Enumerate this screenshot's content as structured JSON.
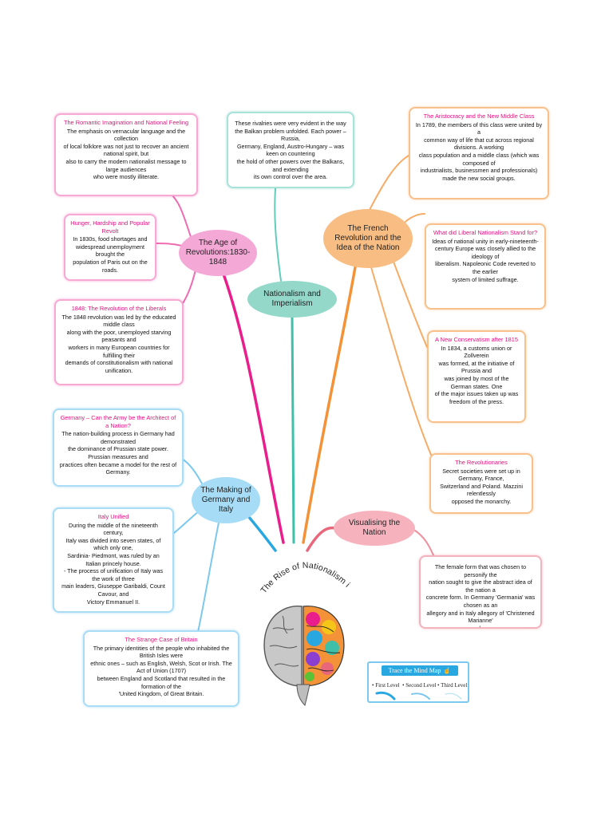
{
  "center": {
    "title": "The Rise of Nationalism in Europe"
  },
  "hubs": {
    "age": "The Age of Revolutions:1830-1848",
    "french": "The French Revolution and the Idea of the Nation",
    "imperialism": "Nationalism and Imperialism",
    "germany_italy": "The Making of Germany and Italy",
    "visualising": "Visualising the Nation"
  },
  "cards": {
    "romantic": {
      "title": "The Romantic Imagination and National Feeling",
      "text": "The emphasis on vernacular language and the collection\nof local folklore was not just to recover an ancient national spirit, but\nalso to carry the modern nationalist message to large audiences\nwho were mostly illiterate."
    },
    "hunger": {
      "title": "Hunger, Hardship and Popular Revolt",
      "text": "In 1830s, food shortages and\nwidespread unemployment brought the\npopulation of Paris out on the roads."
    },
    "liberals": {
      "title": "1848: The Revolution of the Liberals",
      "text": "The 1848 revolution was led by the educated middle class\nalong with the poor, unemployed starving peasants and\nworkers in many European countries for fulfilling their\ndemands of constitutionalism with national unification."
    },
    "rivalries": {
      "title": "",
      "text": "These rivalries were very evident in the way\nthe Balkan problem unfolded. Each power – Russia,\nGermany, England, Austro-Hungary – was keen on countering\nthe hold of other powers over the Balkans, and extending\nits own control over the area."
    },
    "aristocracy": {
      "title": "The Aristocracy and the New Middle Class",
      "text": "In 1789, the members of this class were united by a\ncommon way of life that cut across regional divisions. A working\nclass population and a middle class (which was composed of\nindustrialists, businessmen and professionals)\nmade the new social groups."
    },
    "liberal_nationalism": {
      "title": "What did Liberal Nationalism Stand for?",
      "text": "Ideas of national unity in early-nineteenth-\ncentury Europe was closely allied to the ideology of\nliberalism. Napoleonic Code reverted to the earlier\nsystem of limited suffrage."
    },
    "conservatism": {
      "title": "A New Conservatism after 1815",
      "text": "In 1834, a customs union or Zollverein\nwas formed, at the initiative of Prussia and\nwas joined by most of the German states. One\nof the major issues taken up was\nfreedom of the press."
    },
    "revolutionaries": {
      "title": "The Revolutionaries",
      "text": "Secret societies were set up in Germany, France,\nSwitzerland and Poland. Mazzini relentlessly\nopposed the monarchy."
    },
    "germany_army": {
      "title": "Germany – Can the Army be the Architect of a Nation?",
      "text": "The nation-building process in Germany had demonstrated\nthe dominance of Prussian state power. Prussian measures and\npractices often became a model for the rest of Germany."
    },
    "italy": {
      "title": "Italy Unified",
      "text": "During the middle of the nineteenth century,\nItaly was divided into seven states, of which only one,\nSardinia- Piedmont, was ruled by an Italian princely house.\n- The process of unification of Italy  was the work of three\nmain leaders, Giuseppe Garibaldi, Count Cavour, and\nVictory Emmanuel II."
    },
    "britain": {
      "title": "The Strange Case of Britain",
      "text": "The primary identities of the people who inhabited the British Isles were\nethnic ones – such as English, Welsh, Scot or Irish. The Act of Union (1707)\nbetween England and Scotland that resulted in the formation of the\n'United Kingdom, of Great Britain."
    },
    "female_form": {
      "title": "",
      "text": "The female form that was chosen to personify the\nnation sought to give the abstract idea of the nation a\nconcrete form. In Germany 'Germania' was chosen as an\nallegory and in Italy allegory of 'Christened Marianne'\nwas chosen."
    }
  },
  "legend": {
    "title": "Trace the  Mind Map",
    "first": "First Level",
    "second": "Second Level",
    "third": "Third Level"
  },
  "colors": {
    "pink": "#e91e8c",
    "orange": "#f39237",
    "blue": "#29a7e1",
    "teal": "#3dbfa8",
    "rose": "#e8677a"
  }
}
